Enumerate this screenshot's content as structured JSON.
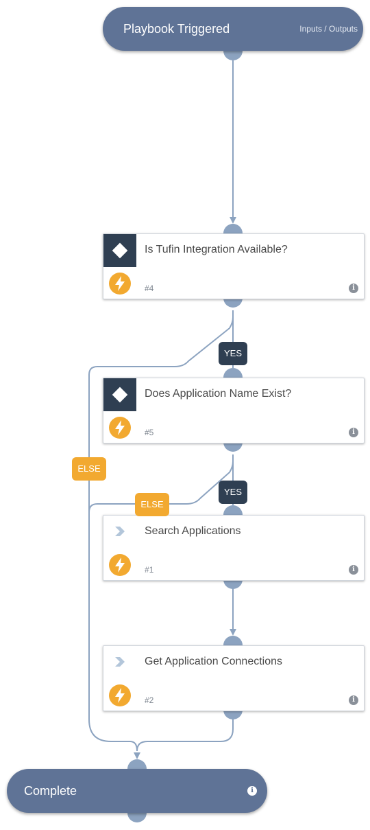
{
  "start": {
    "title": "Playbook Triggered",
    "io_link": "Inputs / Outputs"
  },
  "tasks": [
    {
      "name": "Is Tufin Integration Available?",
      "number": "#4",
      "kind": "condition"
    },
    {
      "name": "Does Application Name Exist?",
      "number": "#5",
      "kind": "condition"
    },
    {
      "name": "Search Applications",
      "number": "#1",
      "kind": "regular"
    },
    {
      "name": "Get Application Connections",
      "number": "#2",
      "kind": "regular"
    }
  ],
  "branches": {
    "yes": "YES",
    "else": "ELSE"
  },
  "end": {
    "title": "Complete"
  },
  "icons": {
    "condition": "diamond-icon",
    "regular": "chevron-right-icon",
    "automation": "lightning-bolt-icon",
    "info": "info-icon"
  },
  "info_glyph": "i",
  "colors": {
    "pill": "#5f7396",
    "port": "#8ca3c0",
    "connector": "#8ca3c0",
    "condition_box": "#2f3f52",
    "yes_badge": "#2f3f52",
    "else_badge": "#f2a930",
    "bolt": "#f2a930"
  }
}
